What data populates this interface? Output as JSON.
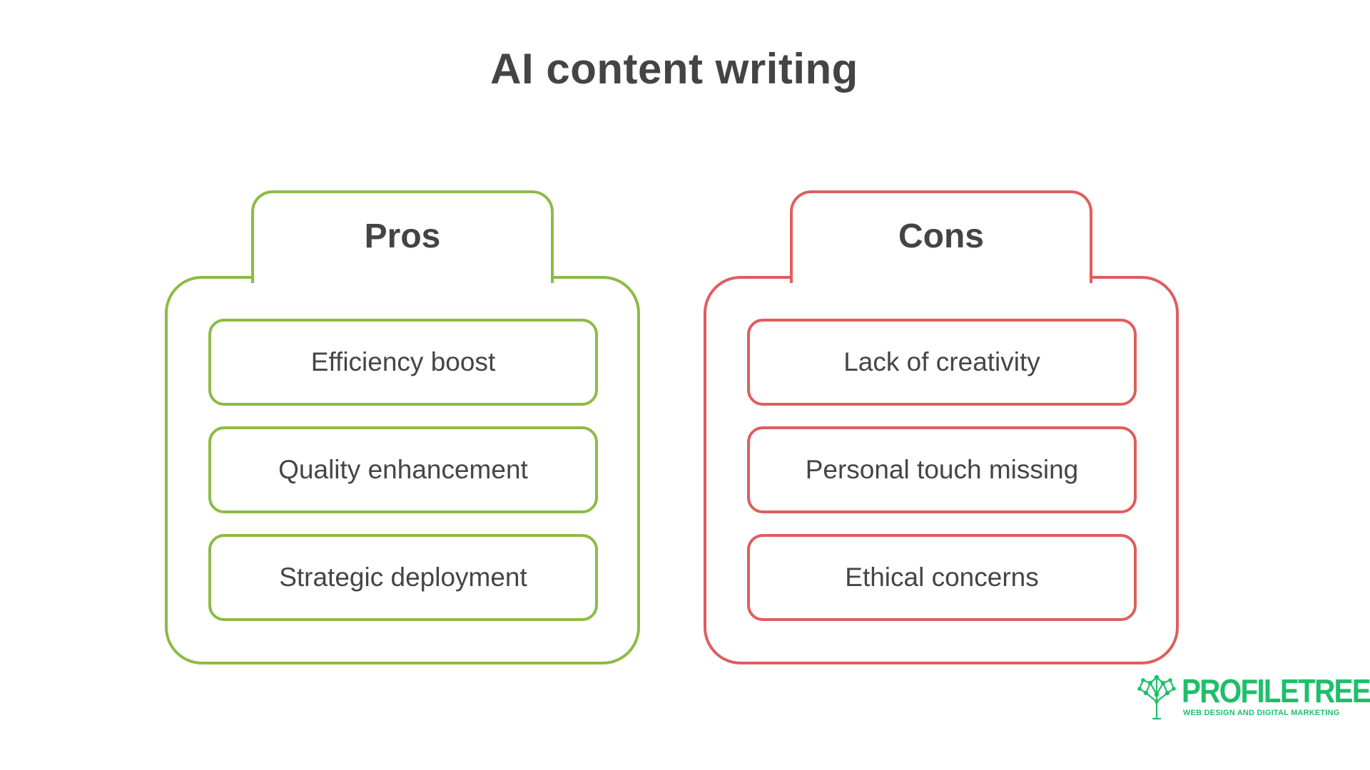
{
  "title": "AI content writing",
  "pros": {
    "label": "Pros",
    "items": [
      "Efficiency boost",
      "Quality enhancement",
      "Strategic deployment"
    ]
  },
  "cons": {
    "label": "Cons",
    "items": [
      "Lack of creativity",
      "Personal touch missing",
      "Ethical concerns"
    ]
  },
  "logo": {
    "name": "PROFILETREE",
    "tagline": "WEB DESIGN AND DIGITAL MARKETING"
  },
  "colors": {
    "pros": "#8cbb45",
    "cons": "#e05d5d",
    "logo": "#1fbf6a",
    "text": "#454545"
  }
}
